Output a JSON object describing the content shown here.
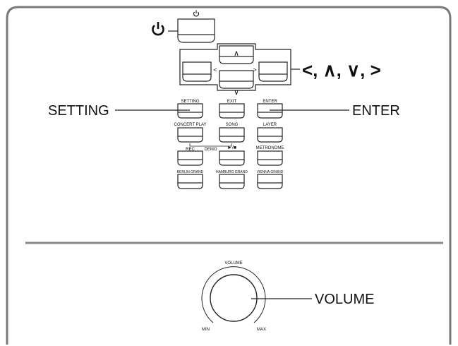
{
  "callouts": {
    "setting": "SETTING",
    "enter": "ENTER",
    "volume": "VOLUME",
    "cursor_keys": "<, ∧, ∨, >"
  },
  "buttons": {
    "setting": "SETTING",
    "exit": "EXIT",
    "enter": "ENTER",
    "concert_play": "CONCERT PLAY",
    "song": "SONG",
    "layer": "LAYER",
    "demo": "DEMO",
    "rec": "REC",
    "play_stop": "►/■",
    "metronome": "METRONOME",
    "berlin_grand": "BERLIN GRAND",
    "hamburg_grand": "HAMBURG GRAND",
    "vienna_grand": "VIENNA GRAND"
  },
  "cursor_labels": {
    "up": "∧",
    "down": "∨",
    "left": "<",
    "right": ">"
  },
  "volume_knob": {
    "label": "VOLUME",
    "min": "MIN",
    "max": "MAX"
  },
  "icons": [
    "power-icon",
    "power-icon-small"
  ]
}
